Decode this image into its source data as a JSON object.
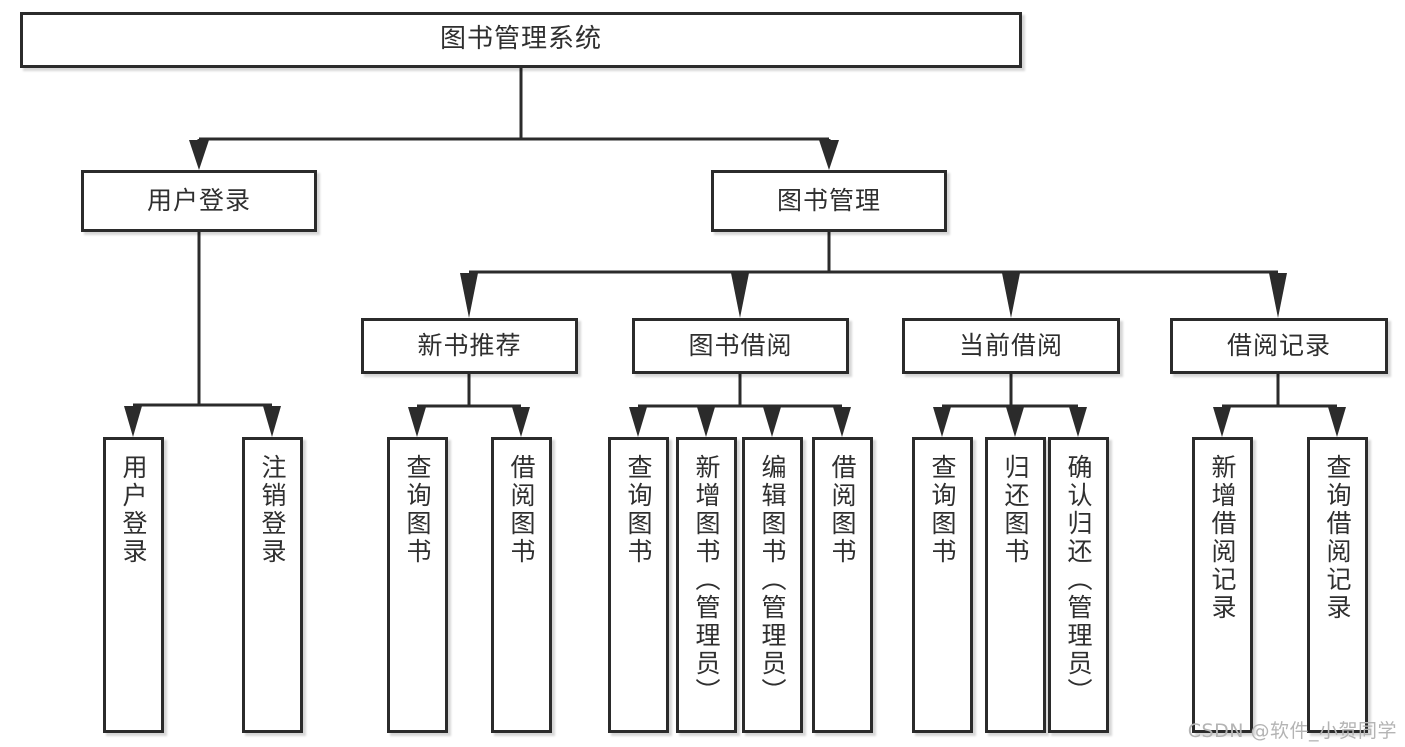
{
  "diagram": {
    "title": "图书管理系统",
    "type": "tree",
    "orientation": "top-down",
    "colors": {
      "box_border": "#2b2b2b",
      "box_fill": "#ffffff",
      "connector": "#2b2b2b",
      "text": "#2f2f2f",
      "watermark": "#b4b4b4",
      "background": "#ffffff"
    },
    "nodes": {
      "root": {
        "label": "图书管理系统"
      },
      "level2": [
        {
          "id": "user-login",
          "label": "用户登录"
        },
        {
          "id": "book-manage",
          "label": "图书管理"
        }
      ],
      "level3": [
        {
          "id": "new-book-recommend",
          "label": "新书推荐"
        },
        {
          "id": "book-borrow",
          "label": "图书借阅"
        },
        {
          "id": "current-borrow",
          "label": "当前借阅"
        },
        {
          "id": "borrow-record",
          "label": "借阅记录"
        }
      ],
      "leaves": {
        "user-login": [
          {
            "id": "leaf-user-login",
            "label": "用户登录"
          },
          {
            "id": "leaf-logout-login",
            "label": "注销登录"
          }
        ],
        "new-book-recommend": [
          {
            "id": "leaf-query-book-1",
            "label": "查询图书"
          },
          {
            "id": "leaf-borrow-book-1",
            "label": "借阅图书"
          }
        ],
        "book-borrow": [
          {
            "id": "leaf-query-book-2",
            "label": "查询图书"
          },
          {
            "id": "leaf-add-book-admin",
            "label": "新增图书（管理员）"
          },
          {
            "id": "leaf-edit-book-admin",
            "label": "编辑图书（管理员）"
          },
          {
            "id": "leaf-borrow-book-2",
            "label": "借阅图书"
          }
        ],
        "current-borrow": [
          {
            "id": "leaf-query-book-3",
            "label": "查询图书"
          },
          {
            "id": "leaf-return-book",
            "label": "归还图书"
          },
          {
            "id": "leaf-confirm-return-admin",
            "label": "确认归还（管理员）"
          }
        ],
        "borrow-record": [
          {
            "id": "leaf-add-borrow-record",
            "label": "新增借阅记录"
          },
          {
            "id": "leaf-query-borrow-record",
            "label": "查询借阅记录"
          }
        ]
      }
    }
  },
  "watermark": {
    "text": "CSDN @软件_小贺同学"
  }
}
